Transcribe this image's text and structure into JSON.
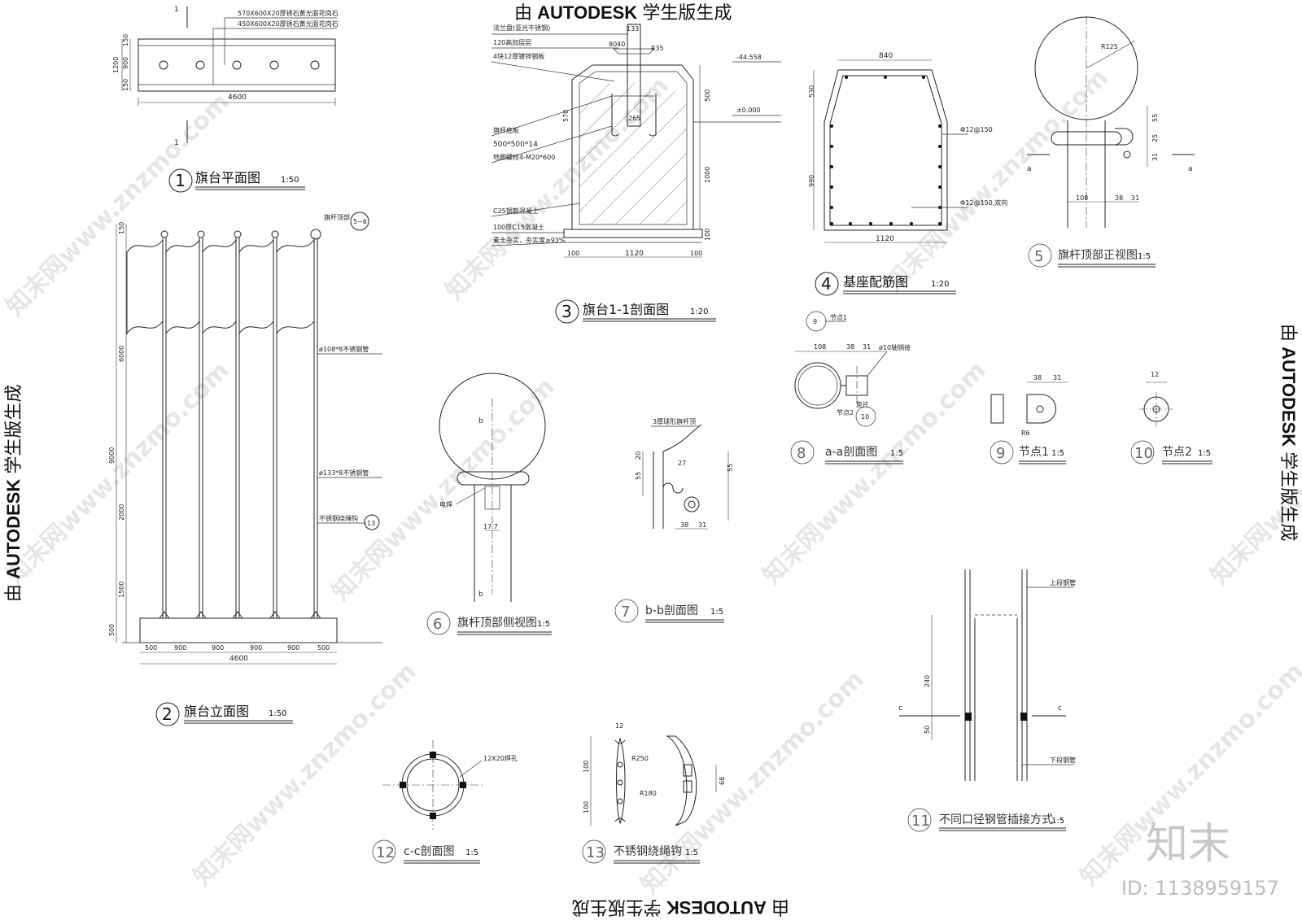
{
  "banner": {
    "prefix": "由",
    "brand": "AUTODESK",
    "suffix": "学生版生成"
  },
  "watermark": {
    "site": "知末网www.znzmo.com",
    "logo": "知末",
    "id": "ID: 1138959157"
  },
  "titles": {
    "t1": {
      "num": "1",
      "name": "旗台平面图",
      "scale": "1:50"
    },
    "t2": {
      "num": "2",
      "name": "旗台立面图",
      "scale": "1:50"
    },
    "t3": {
      "num": "3",
      "name": "旗台1-1剖面图",
      "scale": "1:20"
    },
    "t4": {
      "num": "4",
      "name": "基座配筋图",
      "scale": "1:20"
    },
    "t5": {
      "num": "5",
      "name": "旗杆顶部正视图",
      "scale": "1:5"
    },
    "t6": {
      "num": "6",
      "name": "旗杆顶部侧视图",
      "scale": "1:5"
    },
    "t7": {
      "num": "7",
      "name": "b-b剖面图",
      "scale": "1:5"
    },
    "t8": {
      "num": "8",
      "name": "a-a剖面图",
      "scale": "1:5"
    },
    "t9": {
      "num": "9",
      "name": "节点1",
      "scale": "1:5"
    },
    "t10": {
      "num": "10",
      "name": "节点2",
      "scale": "1:5"
    },
    "t11": {
      "num": "11",
      "name": "不同口径钢管插接方式",
      "scale": "1:5"
    },
    "t12": {
      "num": "12",
      "name": "c-c剖面图",
      "scale": "1:5"
    },
    "t13": {
      "num": "13",
      "name": "不锈钢绕绳钩",
      "scale": "1:5"
    }
  },
  "plan": {
    "note1": "570X600X20厚锈石黄光面花岗石",
    "note2": "450X600X20厚锈石黄光面花岗石",
    "w": "4600",
    "h": "1200",
    "d1": "150",
    "d2": "900",
    "d3": "150",
    "cut": "1"
  },
  "elev": {
    "top_label": "旗杆顶部",
    "ref": "5~6",
    "pipe1": "ø108*8不锈钢管",
    "pipe2": "ø133*8不锈钢管",
    "hook": "不锈钢绕绳钩",
    "hook_ref": "13",
    "v1": "150",
    "v2": "6000",
    "v3": "9000",
    "v4": "2000",
    "v5": "1500",
    "v6": "500",
    "h1": "500",
    "h2": "900",
    "h3": "900",
    "h4": "900",
    "h5": "900",
    "h6": "500",
    "total": "4600"
  },
  "section": {
    "n1": "法兰盘(亚光不锈钢)",
    "n2": "120高加层层",
    "n3": "4块12厚镀锌钢板",
    "n4": "旗杆底板",
    "n5": "500*500*14",
    "n6": "地脚螺栓4-M20*600",
    "n7": "C25钢筋混凝土",
    "n8": "100厚C15混凝土",
    "n9": "素土夯实，夯实度≥93%",
    "e1": "-44.558",
    "e2": "±0.000",
    "d500": "500",
    "d1000": "1000",
    "d100": "100",
    "d570": "570",
    "d265": "265",
    "d133": "133",
    "r35": "R35",
    "d8040": "8040",
    "w": "1120",
    "b1": "100",
    "b2": "100"
  },
  "rebar": {
    "top": "840",
    "bottom": "1120",
    "left1": "530",
    "left2": "990",
    "r1": "Φ12@150",
    "r2": "Φ12@150,双向"
  },
  "ballfront": {
    "r": "R125",
    "a": "a",
    "d108": "108",
    "d38": "38",
    "d31": "31",
    "v55": "55",
    "v25": "25",
    "v31": "31"
  },
  "ballside": {
    "b": "b",
    "weld": "电焊",
    "d17": "17.7"
  },
  "bb": {
    "n": "3厚球形旗杆顶",
    "v55": "55",
    "v20": "20",
    "d38": "38",
    "d31": "31",
    "d27": "27"
  },
  "aa": {
    "j1": "节点1",
    "j2": "节点2",
    "axle": "ø10轴销接",
    "pad": "垫片",
    "d108": "108",
    "d38": "38",
    "d31": "31",
    "r9": "9",
    "r10": "10"
  },
  "n9": {
    "d38": "38",
    "d31": "31",
    "r": "R6"
  },
  "n10": {
    "d12": "12"
  },
  "joint": {
    "up": "上段钢管",
    "down": "下段钢管",
    "v240": "240",
    "v50": "50",
    "c": "c"
  },
  "cc": {
    "note": "12X20焊孔"
  },
  "hook13": {
    "r250": "R250",
    "r180": "R180",
    "v100a": "100",
    "v100b": "100",
    "d12": "12",
    "d68": "68"
  }
}
